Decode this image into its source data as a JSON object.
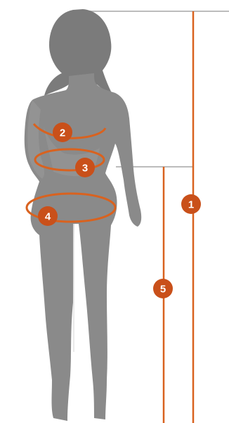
{
  "colors": {
    "background": "#ffffff",
    "silhouette": "#8a8a8a",
    "silhouette_shadow": "#6f6f6f",
    "accent_line": "#d9621f",
    "badge_fill": "#c9501a",
    "reference_line": "#bcbcbc"
  },
  "measurements": [
    {
      "id": "height",
      "number": "1"
    },
    {
      "id": "bust",
      "number": "2"
    },
    {
      "id": "waist",
      "number": "3"
    },
    {
      "id": "hips",
      "number": "4"
    },
    {
      "id": "leg",
      "number": "5"
    }
  ]
}
